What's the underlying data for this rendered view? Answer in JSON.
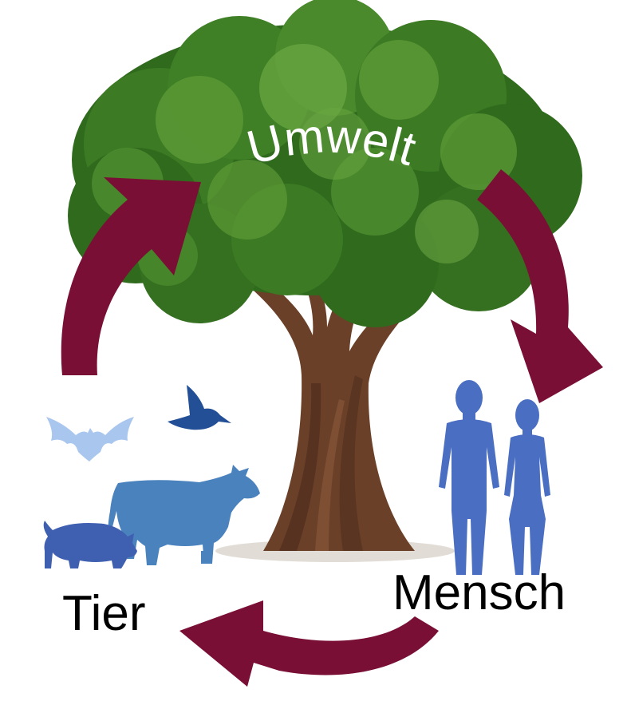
{
  "diagram": {
    "labels": {
      "umwelt": "Umwelt",
      "tier": "Tier",
      "mensch": "Mensch"
    },
    "cycle": [
      "Umwelt",
      "Mensch",
      "Tier"
    ],
    "nodes": [
      {
        "id": "umwelt",
        "icon": "tree-icon"
      },
      {
        "id": "mensch",
        "icons": [
          "man-silhouette-icon",
          "woman-silhouette-icon"
        ]
      },
      {
        "id": "tier",
        "icons": [
          "bat-icon",
          "bird-icon",
          "cow-icon",
          "pig-icon"
        ]
      }
    ],
    "colors": {
      "arrow": "#7a0f35",
      "foliage_dark": "#2f6a1d",
      "foliage_mid": "#4a8a2c",
      "foliage_light": "#6aa542",
      "trunk": "#6b4028",
      "trunk_dark": "#4a2a1a",
      "human": "#4a6ec2",
      "cow": "#4a82bd",
      "pig": "#3f5fb0",
      "bird": "#224f96",
      "bat": "#a9c6ef",
      "umwelt_text": "#ffffff",
      "label_text": "#000000"
    }
  }
}
